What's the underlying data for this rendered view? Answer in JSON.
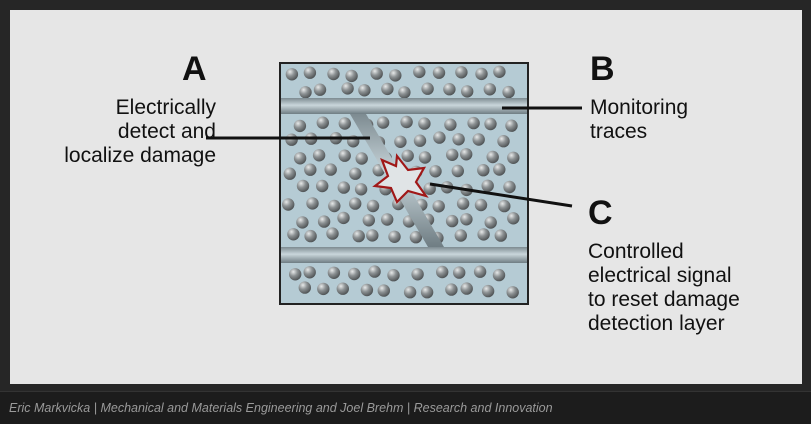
{
  "labels": {
    "a": {
      "letter": "A",
      "text": "Electrically\ndetect and\nlocalize damage"
    },
    "b": {
      "letter": "B",
      "text": "Monitoring\ntraces"
    },
    "c": {
      "letter": "C",
      "text": "Controlled\nelectrical signal\nto reset damage\ndetection layer"
    }
  },
  "caption": "Eric Markvicka | Mechanical and Materials Engineering and Joel Brehm | Research and Innovation",
  "colors": {
    "panel": "#e6e6e6",
    "material": "#b5cbd4",
    "trace": "#8f9ea4",
    "particle": "#6e7274",
    "damage_star": "#a01818"
  }
}
